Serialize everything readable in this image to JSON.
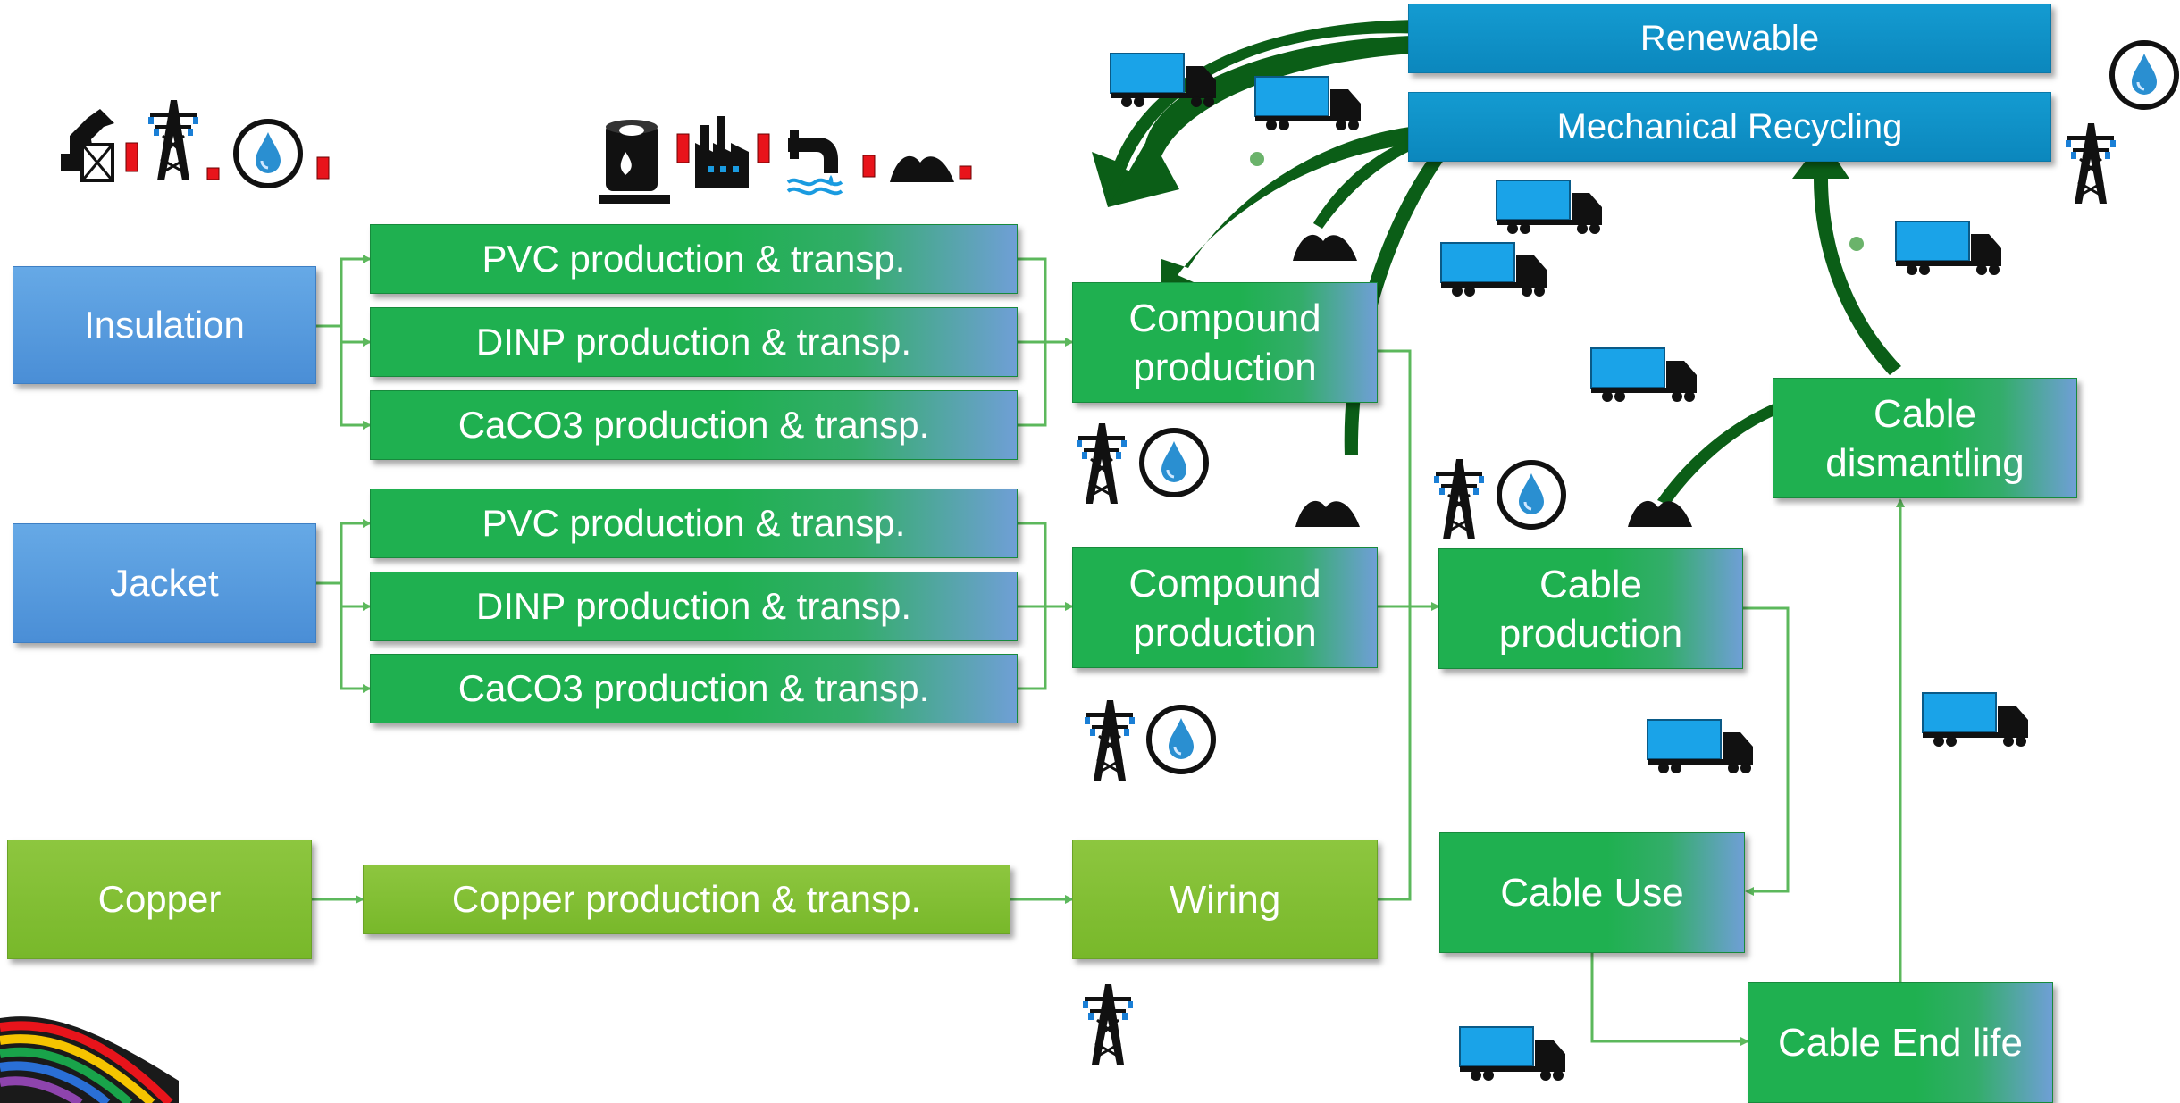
{
  "inputs": {
    "insulation": "Insulation",
    "jacket": "Jacket",
    "copper": "Copper"
  },
  "insulation_processes": [
    "PVC production & transp.",
    "DINP production & transp.",
    "CaCO3 production & transp."
  ],
  "jacket_processes": [
    "PVC production & transp.",
    "DINP production & transp.",
    "CaCO3 production & transp."
  ],
  "copper_process": "Copper production & transp.",
  "compound_insulation": "Compound production",
  "compound_jacket": "Compound production",
  "wiring": "Wiring",
  "cable_production": "Cable production",
  "cable_use": "Cable Use",
  "cable_end_life": "Cable End life",
  "cable_dismantling": "Cable dismantling",
  "renewable": "Renewable",
  "mechanical_recycling": "Mechanical Recycling",
  "colors": {
    "blue_box": "#5b9bd5",
    "green_box": "#1fb050",
    "lime_box": "#82c034",
    "teal_box": "#0f8fc6",
    "arrow_dark_green": "#0b5e17",
    "connector_green": "#5cb85c",
    "impact_bar_red": "#e8141b"
  },
  "icons": {
    "resources_left": [
      "oil-pump-icon",
      "power-pylon-icon",
      "water-drop-icon"
    ],
    "emissions_top": [
      "oil-barrel-icon",
      "factory-icon",
      "wastewater-pipe-icon",
      "waste-pile-icon"
    ],
    "truck": "truck-icon",
    "pylon": "power-pylon-icon",
    "water": "water-drop-icon",
    "waste": "waste-pile-icon",
    "cables": "colored-cables-icon"
  }
}
